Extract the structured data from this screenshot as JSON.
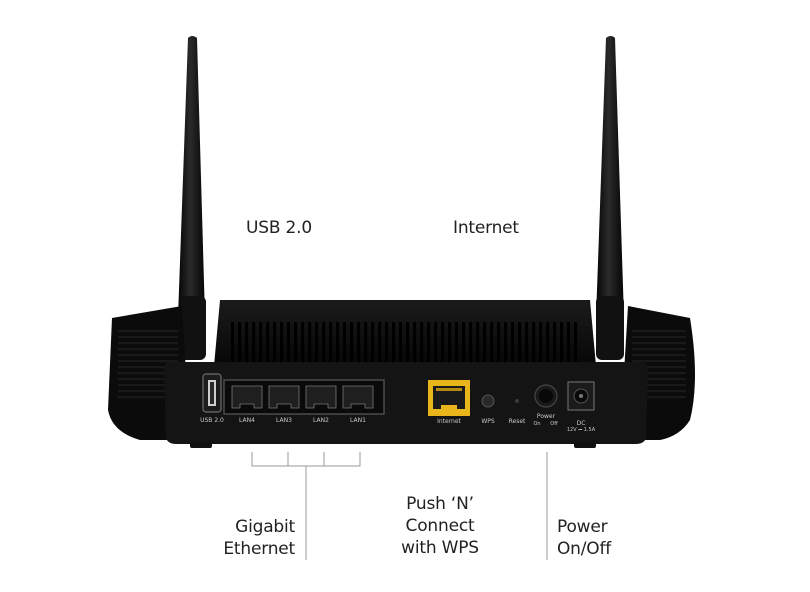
{
  "callouts": {
    "usb": "USB 2.0",
    "internet": "Internet",
    "gigabit_line1": "Gigabit",
    "gigabit_line2": "Ethernet",
    "wps_line1": "Push ‘N’",
    "wps_line2": "Connect",
    "wps_line3": "with WPS",
    "power_line1": "Power",
    "power_line2": "On/Off"
  },
  "panel_labels": {
    "usb": "USB 2.0",
    "lan4": "LAN4",
    "lan3": "LAN3",
    "lan2": "LAN2",
    "lan1": "LAN1",
    "internet": "Internet",
    "wps": "WPS",
    "reset": "Reset",
    "power": "Power",
    "power_on": "On",
    "power_off": "Off",
    "dc": "DC",
    "dc_rating": "12V ⎓ 1.5A"
  },
  "colors": {
    "body": "#0d0d0d",
    "panel": "#161616",
    "internet_port": "#e8b51a",
    "line": "#9a9a9a",
    "text": "#222222"
  }
}
